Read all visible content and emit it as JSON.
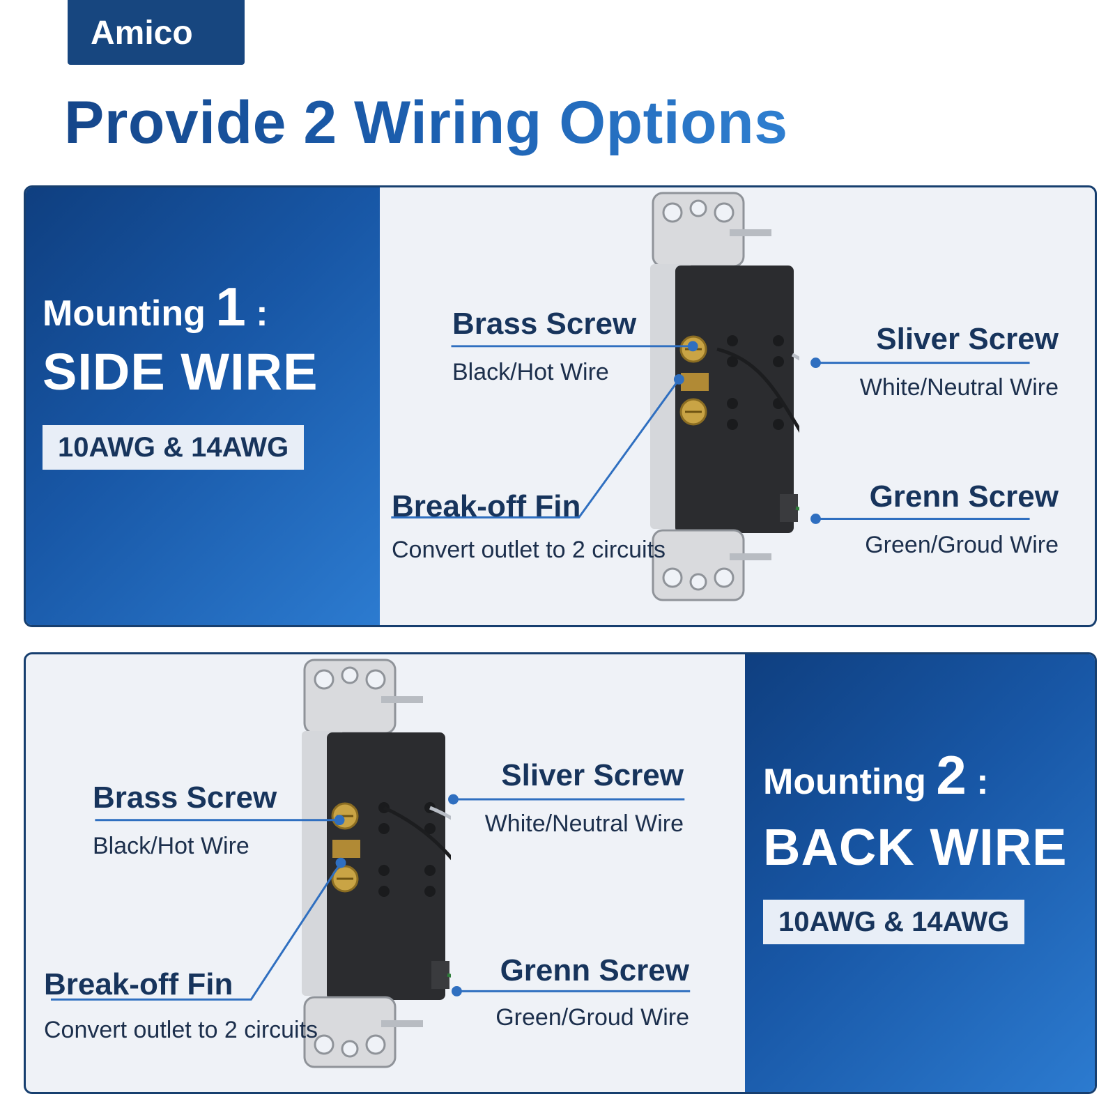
{
  "brand": {
    "name": "Amico",
    "color": "#17467f"
  },
  "headline": "Provide 2 Wiring Options",
  "options": [
    {
      "mounting_word": "Mounting",
      "mounting_number": "1",
      "colon": ":",
      "wire_type": "SIDE WIRE",
      "gauge": "10AWG & 14AWG",
      "labels": {
        "brass_title": "Brass Screw",
        "brass_sub": "Black/Hot Wire",
        "silver_title": "Sliver Screw",
        "silver_sub": "White/Neutral Wire",
        "fin_title": "Break-off Fin",
        "fin_sub": "Convert outlet to 2 circuits",
        "green_title": "Grenn Screw",
        "green_sub": "Green/Groud Wire"
      }
    },
    {
      "mounting_word": "Mounting",
      "mounting_number": "2",
      "colon": ":",
      "wire_type": "BACK WIRE",
      "gauge": "10AWG & 14AWG",
      "labels": {
        "brass_title": "Brass Screw",
        "brass_sub": "Black/Hot Wire",
        "silver_title": "Sliver Screw",
        "silver_sub": "White/Neutral Wire",
        "fin_title": "Break-off Fin",
        "fin_sub": "Convert outlet to 2 circuits",
        "green_title": "Grenn Screw",
        "green_sub": "Green/Groud Wire"
      }
    }
  ],
  "colors": {
    "navy": "#17345c",
    "panel_blue": "#1857a6",
    "leader": "#2f6fc0",
    "panel_bg": "#eff2f7",
    "brass": "#c9a445",
    "green_wire": "#2e7d3a"
  }
}
